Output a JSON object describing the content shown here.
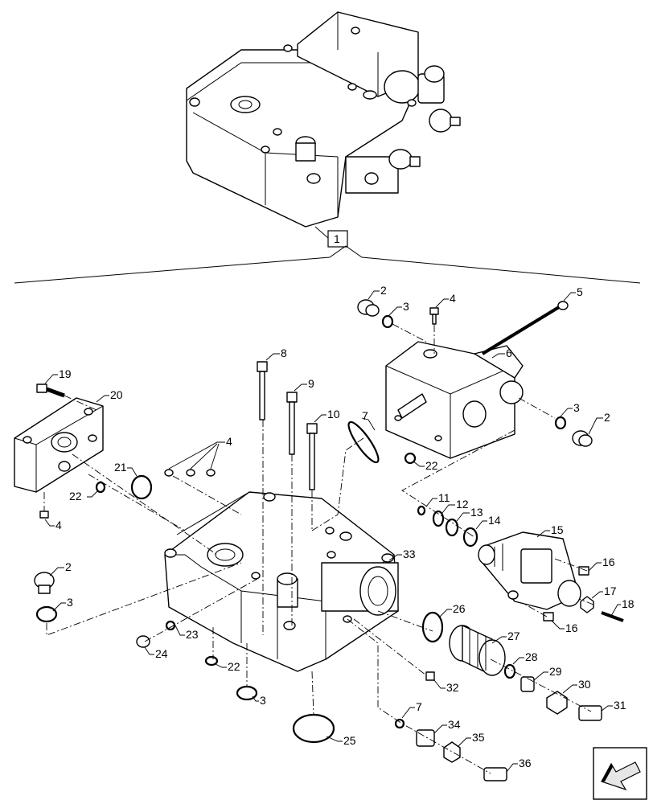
{
  "assembly_label": "1",
  "callouts": [
    "2",
    "3",
    "4",
    "5",
    "6",
    "7",
    "8",
    "9",
    "10",
    "11",
    "12",
    "13",
    "14",
    "15",
    "16",
    "17",
    "18",
    "19",
    "20",
    "21",
    "22",
    "23",
    "24",
    "25",
    "26",
    "27",
    "28",
    "29",
    "30",
    "31",
    "32",
    "33",
    "34",
    "35",
    "36"
  ],
  "colors": {
    "line": "#000000",
    "background": "#ffffff"
  },
  "icons": [
    "view-direction-arrow-icon"
  ]
}
